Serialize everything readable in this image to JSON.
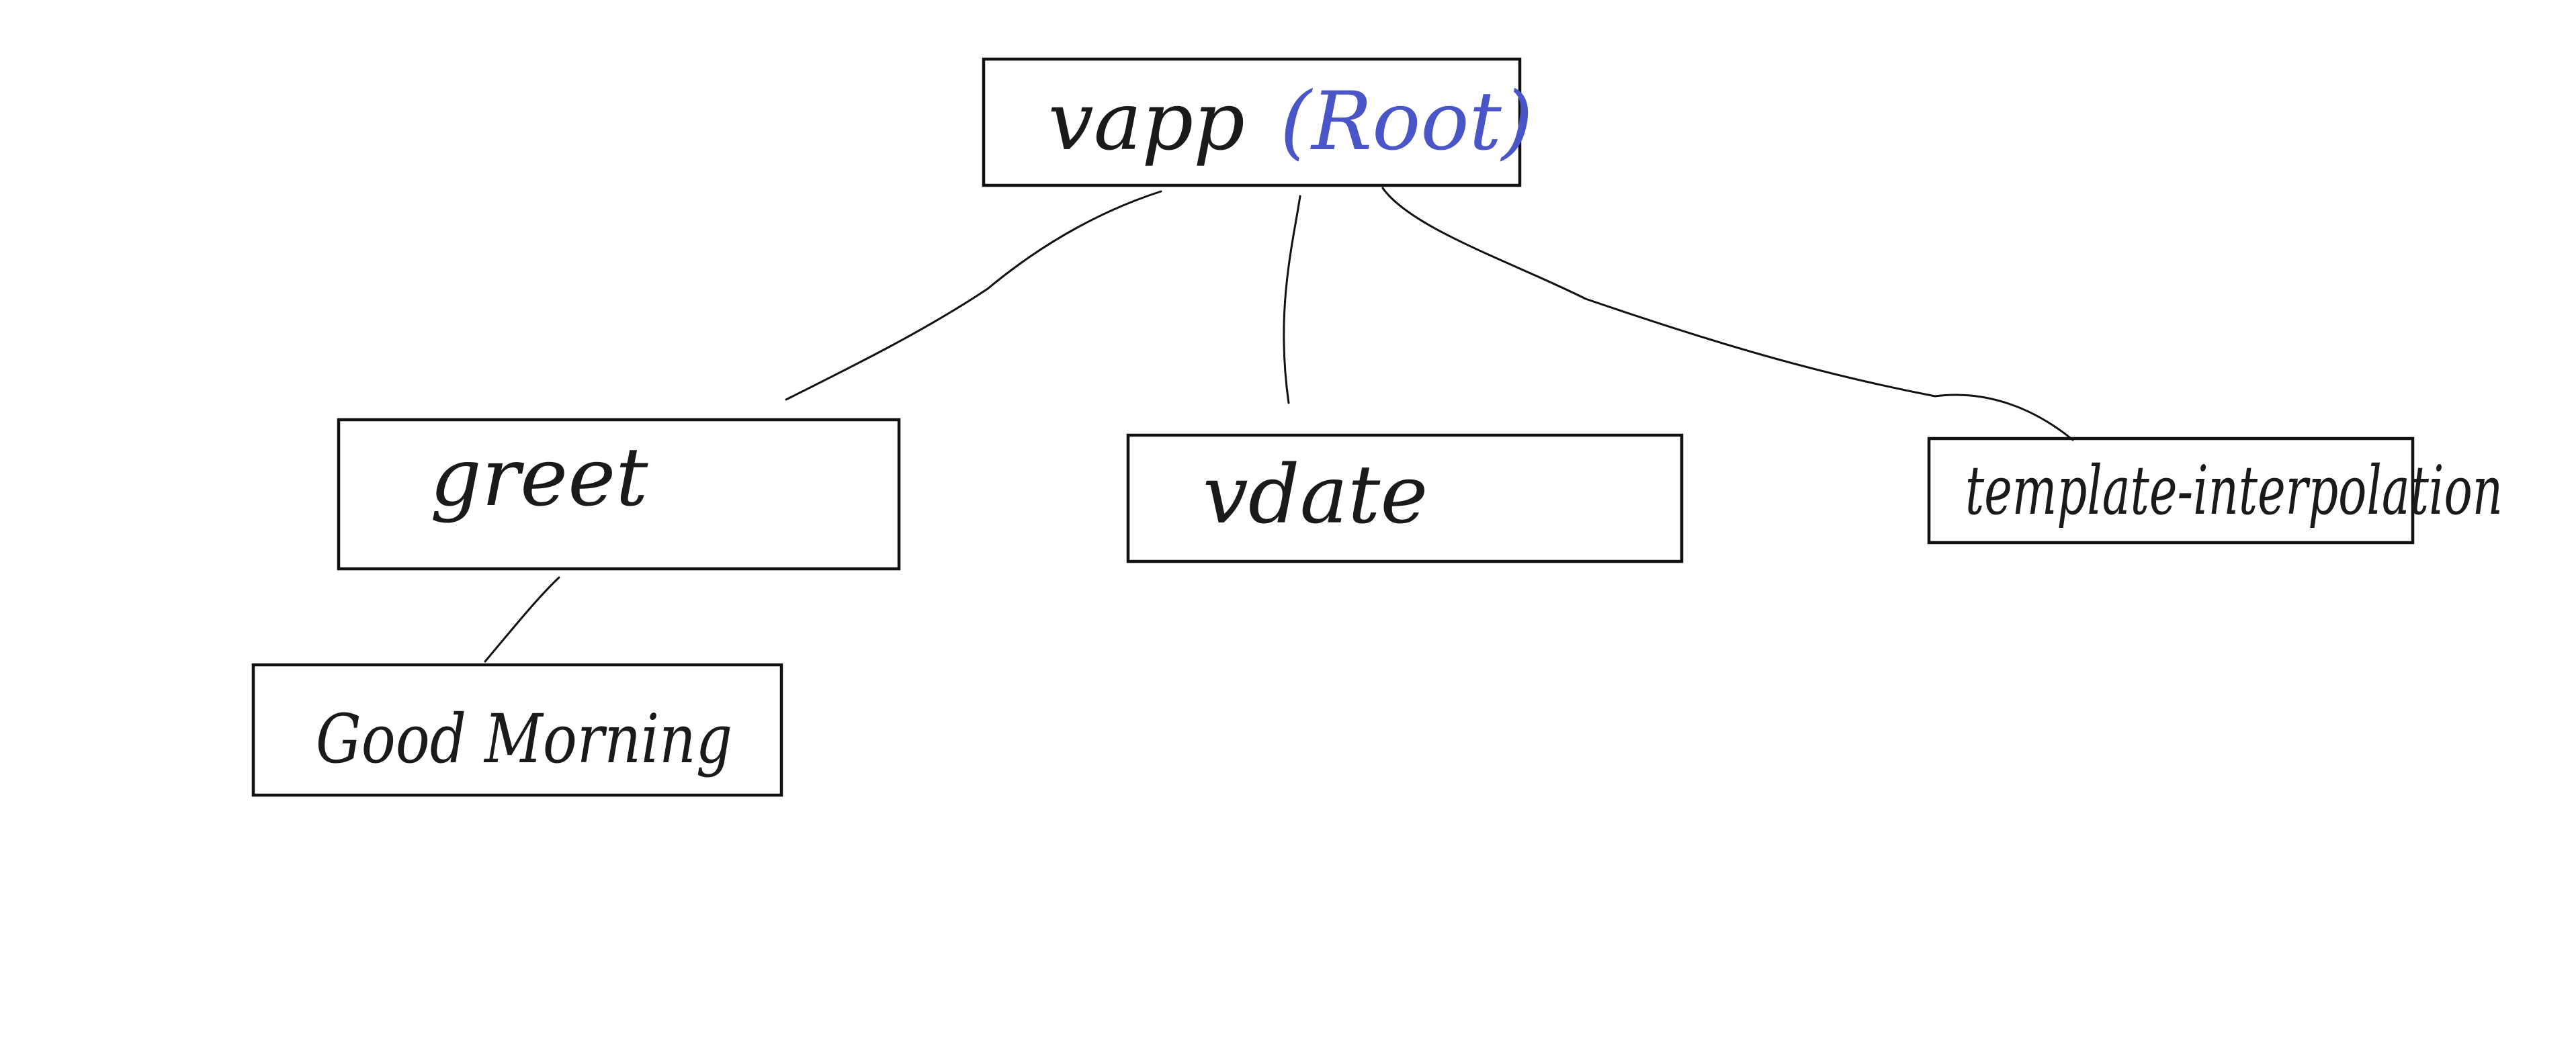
{
  "diagram": {
    "root": {
      "label": "vapp",
      "tag": "(Root)"
    },
    "nodes": {
      "greet": {
        "label": "greet"
      },
      "vdate": {
        "label": "vdate"
      },
      "template": {
        "label": "template-interpolation"
      },
      "morning": {
        "label": "Good Morning"
      }
    },
    "edges": [
      {
        "from": "vapp",
        "to": "greet"
      },
      {
        "from": "vapp",
        "to": "vdate"
      },
      {
        "from": "vapp",
        "to": "template-interpolation"
      },
      {
        "from": "greet",
        "to": "Good Morning"
      }
    ]
  },
  "colors": {
    "ink": "#111111",
    "accent": "#4a55c8",
    "background": "#ffffff"
  }
}
